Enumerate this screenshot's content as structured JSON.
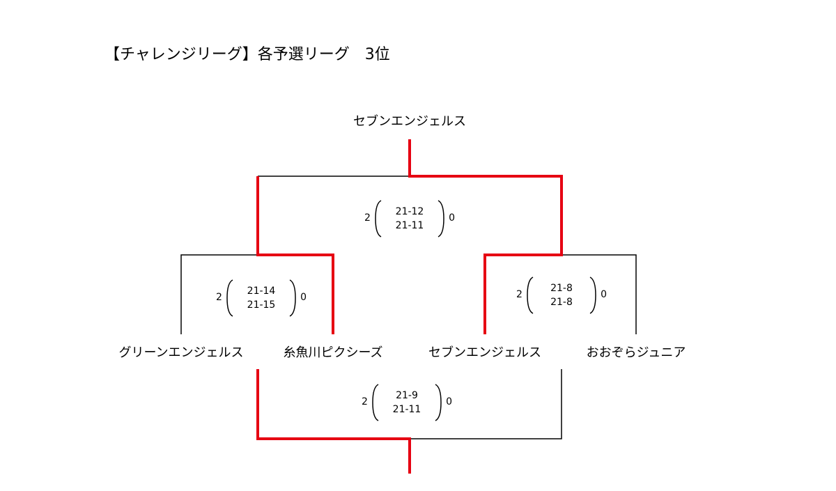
{
  "title": "【チャレンジリーグ】各予選リーグ　3位",
  "winner": "セブンエンジェルス",
  "teams": [
    "グリーンエンジェルス",
    "糸魚川ピクシーズ",
    "セブンエンジェルス",
    "おおぞらジュニア"
  ],
  "matches": [
    {
      "id": "final",
      "winner_sets": "2",
      "games": [
        "21-12",
        "21-11"
      ],
      "loser_sets": "0"
    },
    {
      "id": "semi-left",
      "winner_sets": "2",
      "games": [
        "21-14",
        "21-15"
      ],
      "loser_sets": "0"
    },
    {
      "id": "semi-right",
      "winner_sets": "2",
      "games": [
        "21-8",
        "21-8"
      ],
      "loser_sets": "0"
    },
    {
      "id": "third-place",
      "winner_sets": "2",
      "games": [
        "21-9",
        "21-11"
      ],
      "loser_sets": "0"
    }
  ],
  "colors": {
    "win_line": "#e60012",
    "line": "#000000"
  }
}
